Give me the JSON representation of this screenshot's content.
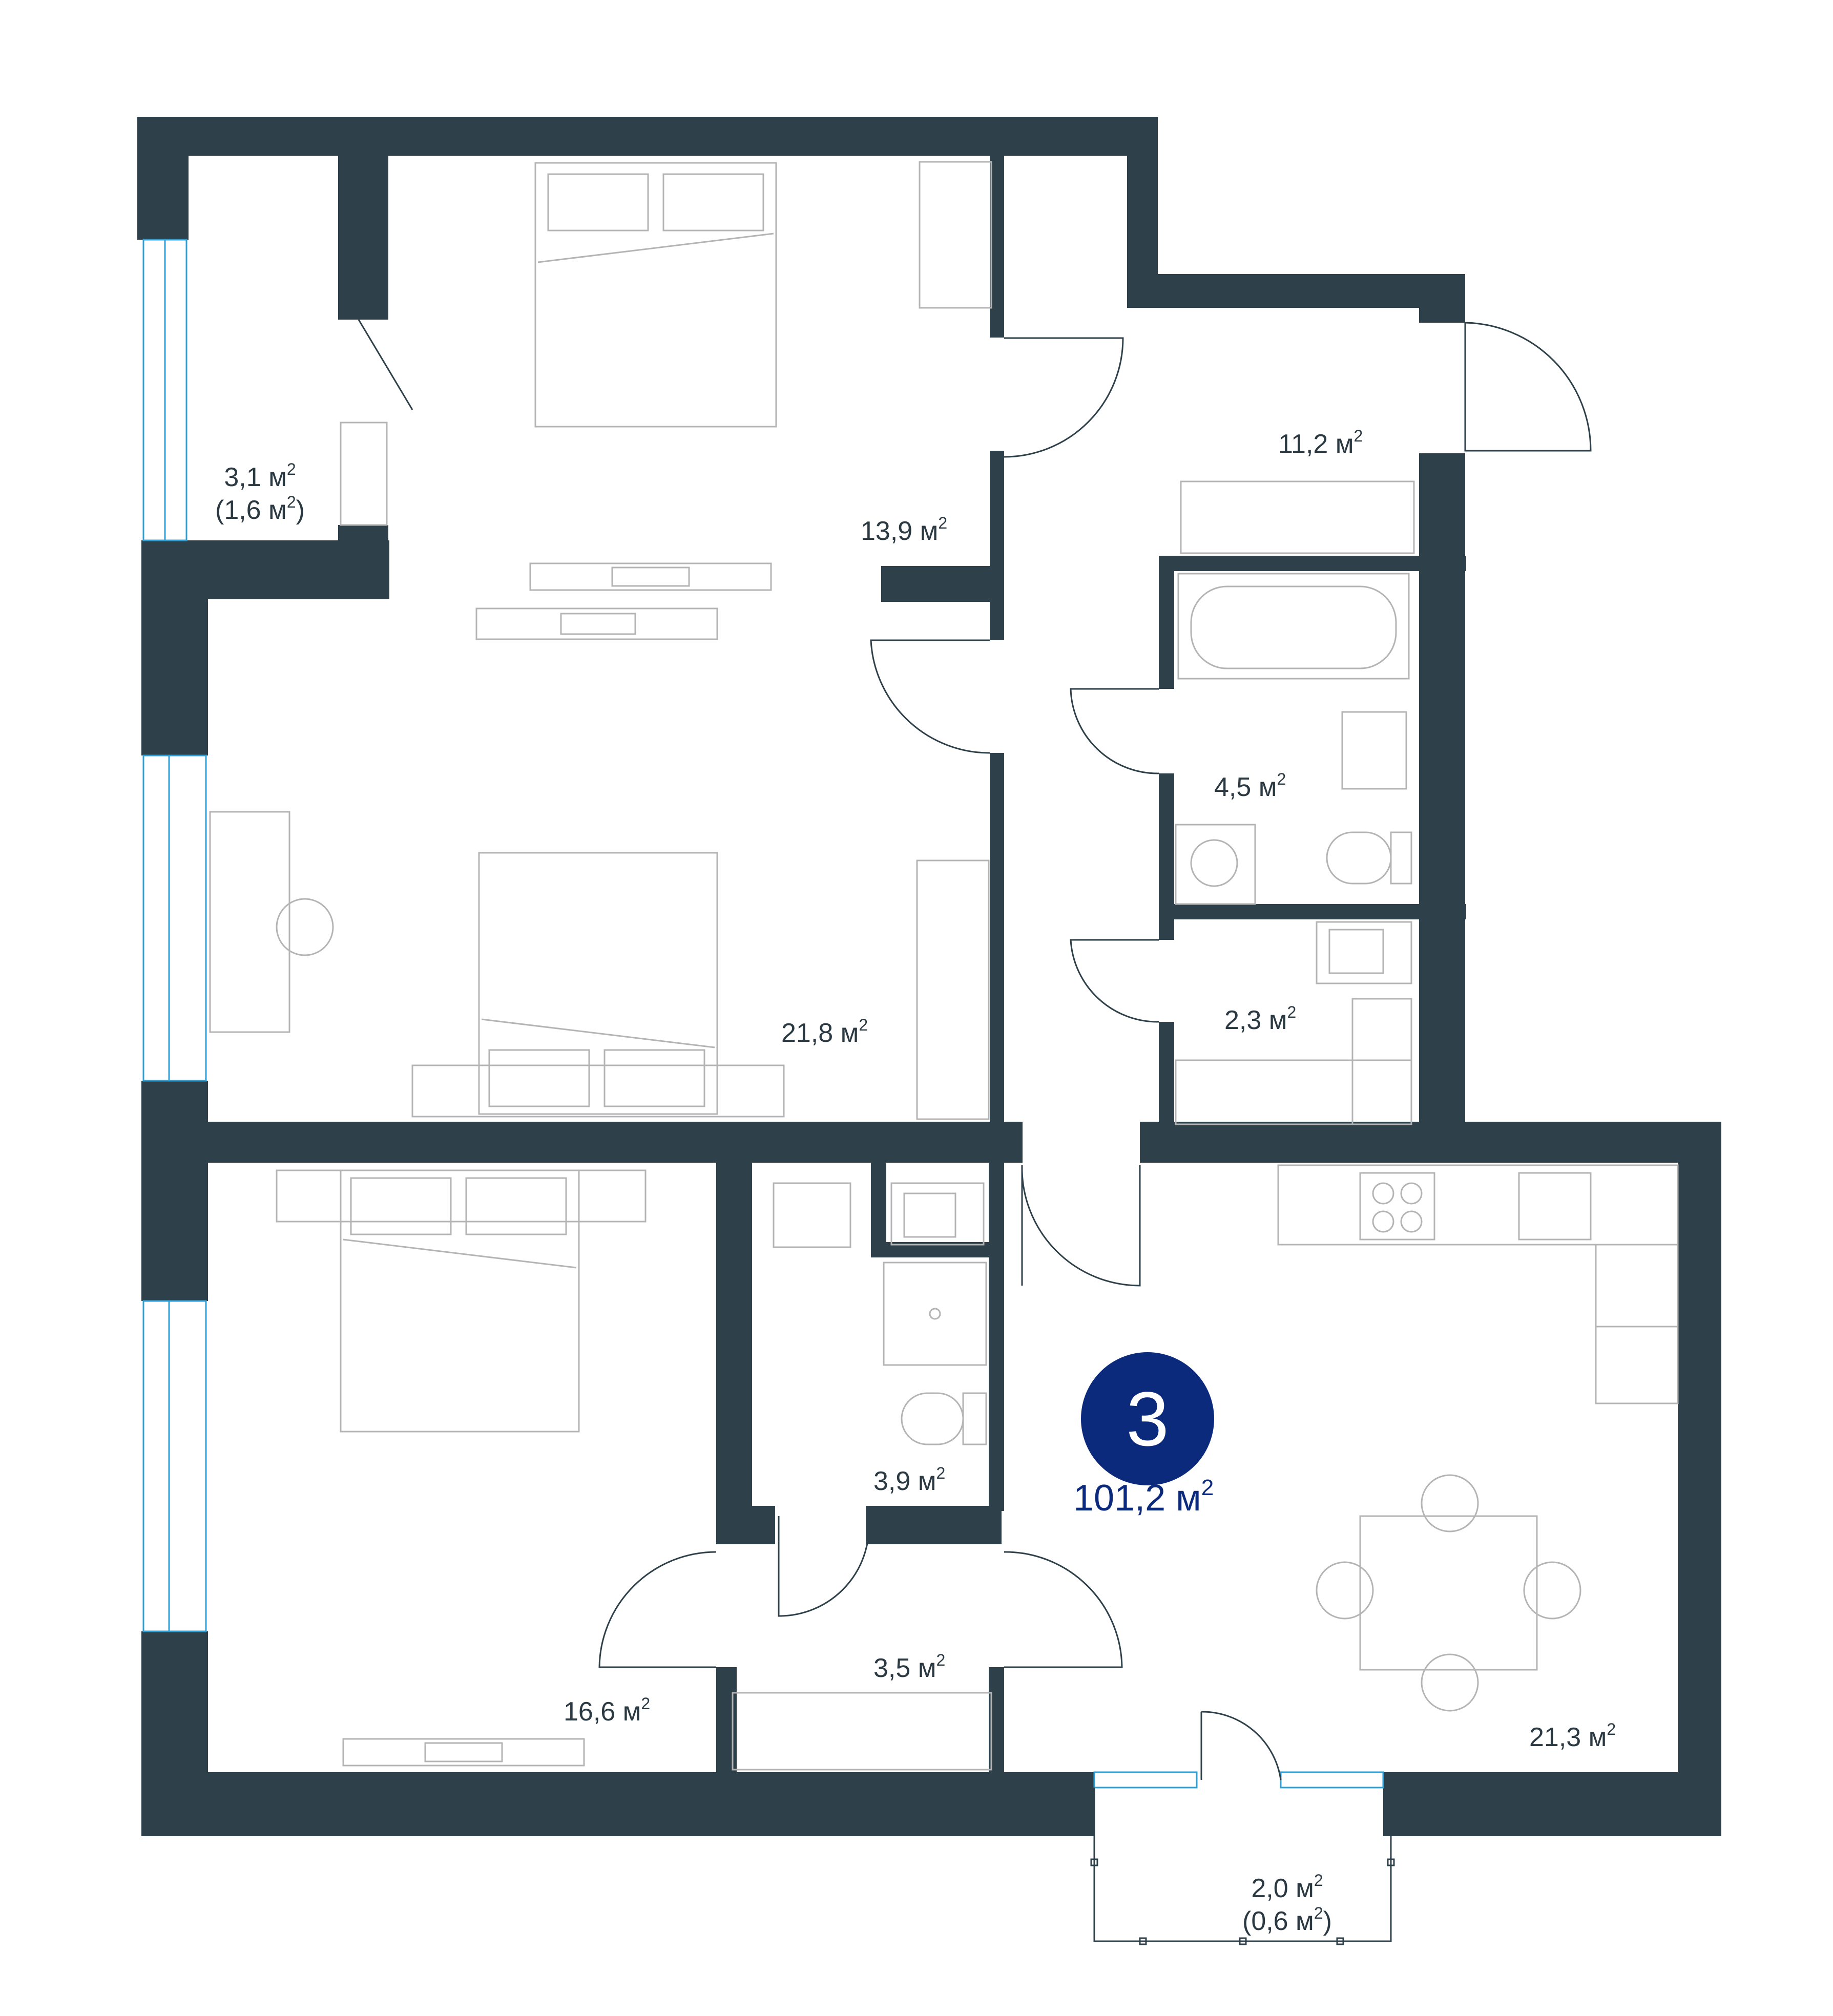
{
  "apartment": {
    "number": "3",
    "total_area": "101,2 м",
    "unit_sup": "2"
  },
  "rooms": [
    {
      "id": "wardrobe",
      "line1": "3,1 м",
      "line2": "(1,6 м",
      "line2_end": ")"
    },
    {
      "id": "bedroom-top",
      "line1": "13,9 м"
    },
    {
      "id": "hall-top",
      "line1": "11,2 м"
    },
    {
      "id": "bathroom",
      "line1": "4,5 м"
    },
    {
      "id": "utility",
      "line1": "2,3 м"
    },
    {
      "id": "bedroom-middle",
      "line1": "21,8 м"
    },
    {
      "id": "toilet",
      "line1": "3,9 м"
    },
    {
      "id": "corridor",
      "line1": "3,5 м"
    },
    {
      "id": "bedroom-bottom",
      "line1": "16,6 м"
    },
    {
      "id": "kitchen-living",
      "line1": "21,3 м"
    },
    {
      "id": "balcony",
      "line1": "2,0 м",
      "line2": "(0,6 м",
      "line2_end": ")"
    }
  ],
  "colors": {
    "wall": "#2e4049",
    "badge": "#0c2a7c",
    "glass": "#2e9fd6",
    "furniture": "#b4b4b4"
  }
}
